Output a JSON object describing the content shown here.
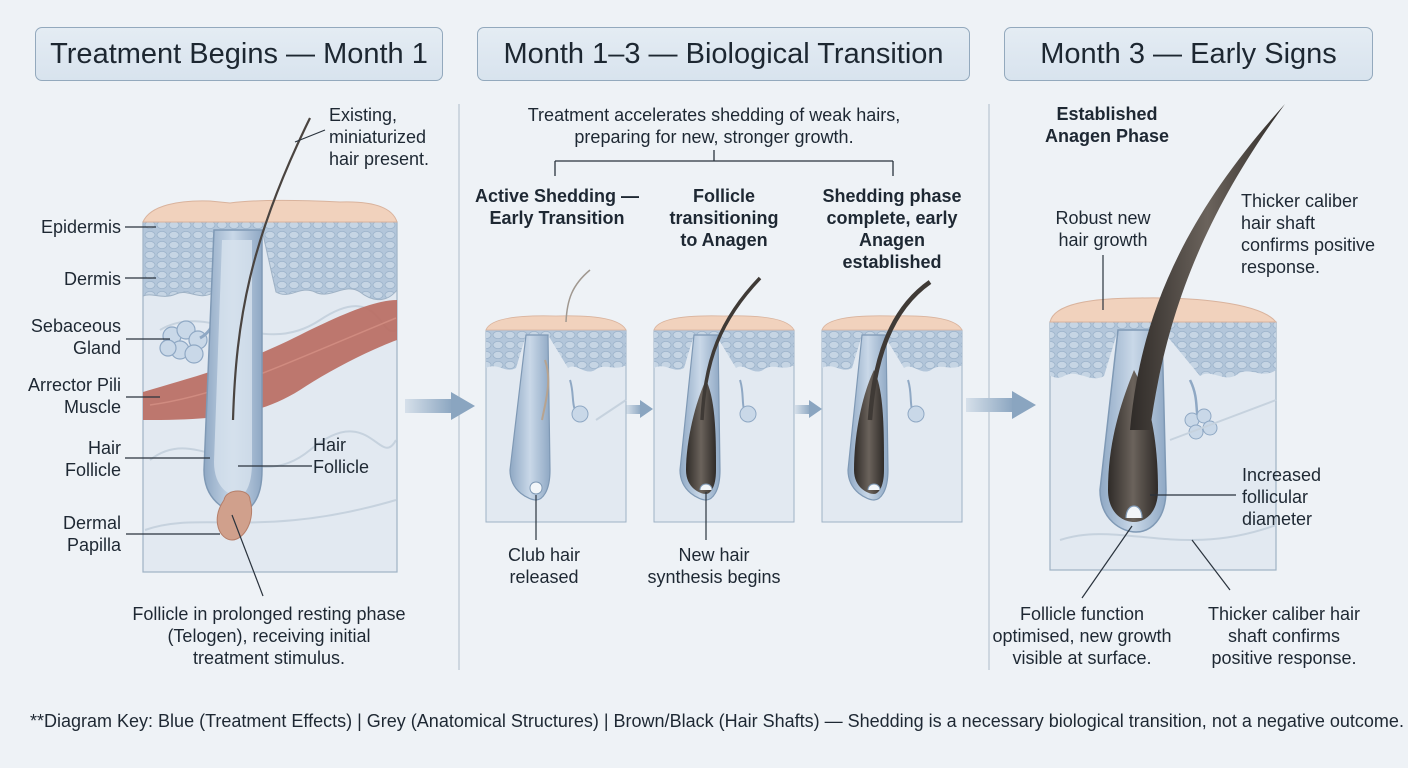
{
  "headers": {
    "month1": "Treatment Begins — Month 1",
    "transition": "Month 1–3 — Biological Transition",
    "month3": "Month 3 — Early Signs"
  },
  "panel1": {
    "existing_hair": [
      "Existing,",
      "miniaturized",
      "hair present."
    ],
    "epidermis": "Epidermis",
    "dermis": "Dermis",
    "sebaceous_gland": [
      "Sebaceous",
      "Gland"
    ],
    "arrector_pili": [
      "Arrector Pili",
      "Muscle"
    ],
    "hair_follicle_left": [
      "Hair",
      "Follicle"
    ],
    "hair_follicle_right": [
      "Hair",
      "Follicle"
    ],
    "dermal_papilla": [
      "Dermal",
      "Papilla"
    ],
    "caption": [
      "Follicle in prolonged resting phase",
      "(Telogen), receiving initial",
      "treatment stimulus."
    ]
  },
  "panel2": {
    "intro": [
      "Treatment accelerates shedding of weak hairs,",
      "preparing for new, stronger growth."
    ],
    "stage1_title": [
      "Active Shedding —",
      "Early Transition"
    ],
    "stage2_title": [
      "Follicle",
      "transitioning",
      "to Anagen"
    ],
    "stage3_title": [
      "Shedding phase",
      "complete, early",
      "Anagen",
      "established"
    ],
    "club_hair": [
      "Club hair",
      "released"
    ],
    "new_hair": [
      "New hair",
      "synthesis begins"
    ]
  },
  "panel3": {
    "established": [
      "Established",
      "Anagen Phase"
    ],
    "robust": [
      "Robust new",
      "hair growth"
    ],
    "thicker_top": [
      "Thicker caliber",
      "hair shaft",
      "confirms positive",
      "response."
    ],
    "increased": [
      "Increased",
      "follicular",
      "diameter"
    ],
    "function": [
      "Follicle function",
      "optimised, new growth",
      "visible at surface."
    ],
    "thicker_bottom": [
      "Thicker caliber hair",
      "shaft confirms",
      "positive response."
    ]
  },
  "footer": "**Diagram Key: Blue (Treatment Effects) | Grey (Anatomical Structures) | Brown/Black (Hair Shafts) — Shedding is a necessary biological transition, not a negative outcome.",
  "colors": {
    "skin": "#f1d2bd",
    "epidermis": "#aec2d6",
    "dermis": "#dfe7f0",
    "follicle": "#a9bfd6",
    "hair": "#3f3a36",
    "muscle": "#b96a5f",
    "arrow": "#8ea8c2"
  }
}
